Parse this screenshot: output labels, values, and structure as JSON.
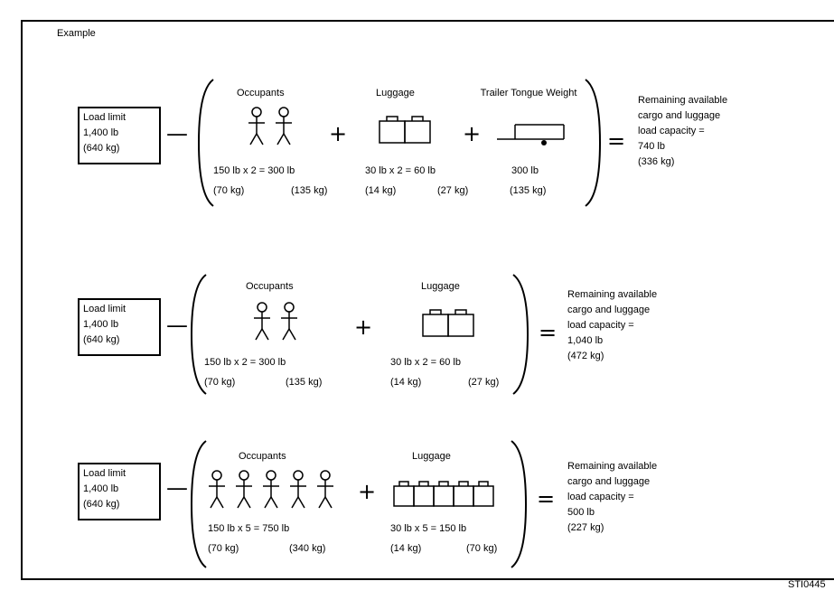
{
  "heading": "Example",
  "figure_code": "STI0445",
  "examples": [
    {
      "load_limit": [
        "Load limit",
        "1,400 lb",
        "(640 kg)"
      ],
      "terms": [
        {
          "label": "Occupants",
          "calc": "150 lb x 2 = 300 lb",
          "kg": "(70 kg)",
          "kg_total": "(135 kg)"
        },
        {
          "label": "Luggage",
          "calc": "30 lb x 2 = 60 lb",
          "kg": "(14 kg)",
          "kg_total": "(27 kg)"
        },
        {
          "label": "Trailer Tongue Weight",
          "calc": "300 lb",
          "kg": "(135 kg)"
        }
      ],
      "result": [
        "Remaining available",
        "cargo and luggage",
        "load capacity =",
        "740 lb",
        "(336 kg)"
      ]
    },
    {
      "load_limit": [
        "Load limit",
        "1,400 lb",
        "(640 kg)"
      ],
      "terms": [
        {
          "label": "Occupants",
          "calc": "150 lb x 2 = 300 lb",
          "kg": "(70 kg)",
          "kg_total": "(135 kg)"
        },
        {
          "label": "Luggage",
          "calc": "30 lb x 2 = 60 lb",
          "kg": "(14 kg)",
          "kg_total": "(27 kg)"
        }
      ],
      "result": [
        "Remaining available",
        "cargo and luggage",
        "load capacity =",
        "1,040 lb",
        "(472 kg)"
      ]
    },
    {
      "load_limit": [
        "Load limit",
        "1,400 lb",
        "(640 kg)"
      ],
      "terms": [
        {
          "label": "Occupants",
          "calc": "150 lb x 5 = 750 lb",
          "kg": "(70 kg)",
          "kg_total": "(340 kg)"
        },
        {
          "label": "Luggage",
          "calc": "30 lb x 5 = 150 lb",
          "kg": "(14 kg)",
          "kg_total": "(70 kg)"
        }
      ],
      "result": [
        "Remaining available",
        "cargo and luggage",
        "load capacity =",
        "500 lb",
        "(227 kg)"
      ]
    }
  ],
  "operators": {
    "minus": "—",
    "plus": "+",
    "equals": "="
  }
}
